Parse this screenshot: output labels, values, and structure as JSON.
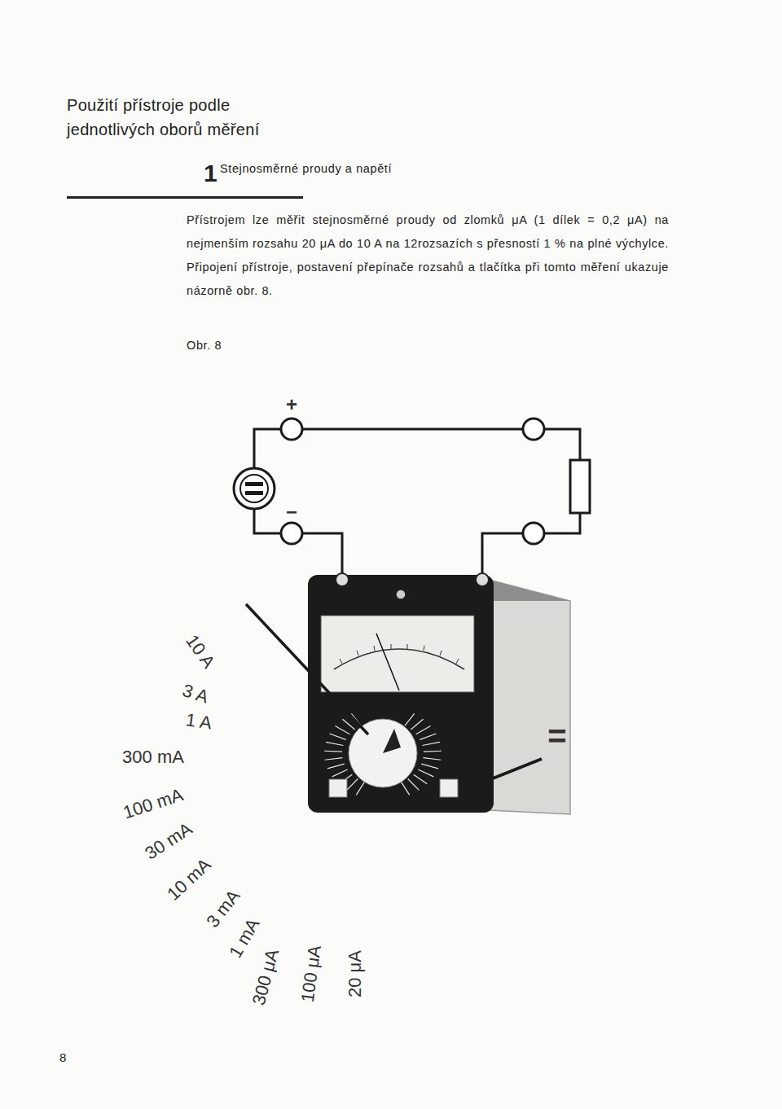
{
  "diagram": {
    "title": "Použití přístroje podle jednotlivých oborů měření",
    "labels": [
      "1",
      "Stejnosměrné proudy a napětí",
      "Přístrojem lze měřit stejnosměrné proudy od zlomků μA (1 dílek = 0,2 μA) na nejmenším rozsahu 20 μA do 10 A na 12rozsazích s přesností 1 % na plné výchylce. Připojení přístroje, postavení přepínače rozsahů a tlačítka při tomto měření ukazuje názorně obr. 8.",
      "Obr. 8",
      "+",
      "−",
      "=",
      "10 A",
      "3 A",
      "1 A",
      "300 mA",
      "100 mA",
      "30 mA",
      "10 mA",
      "3 mA",
      "1 mA",
      "300 μA",
      "100 μA",
      "20 μA",
      "8"
    ]
  }
}
